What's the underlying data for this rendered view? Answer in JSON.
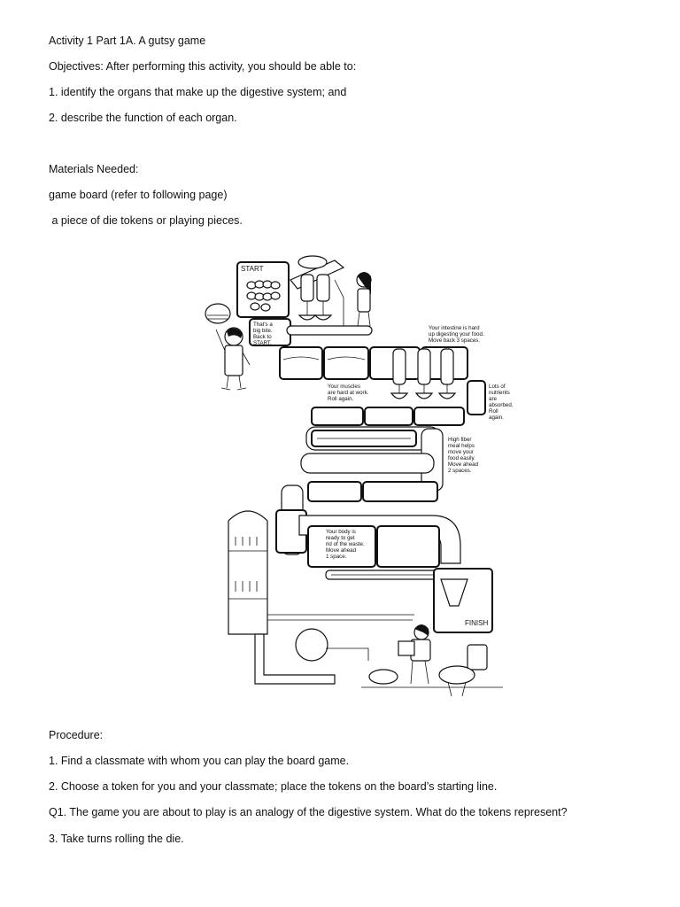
{
  "header": {
    "title": "Activity 1 Part 1A. A gutsy game",
    "objectives_intro": "Objectives: After performing this activity, you should be able to:",
    "objectives": [
      "1. identify the organs that make up the digestive system; and",
      "2. describe the function of each organ."
    ]
  },
  "materials": {
    "heading": "Materials Needed:",
    "items": [
      "game board (refer to following page)",
      " a piece of die tokens or playing pieces."
    ]
  },
  "board": {
    "start": "START",
    "finish": "FINISH",
    "note_bite": [
      "That's a",
      "big bite.",
      "Back to",
      "START."
    ],
    "note_intestine": [
      "Your intestine is hard",
      "up digesting your food.",
      "Move back 3 spaces."
    ],
    "note_muscles": [
      "Your muscles",
      "are hard at work.",
      "Roll again."
    ],
    "note_nutrients": [
      "Lots of",
      "nutrients",
      "are",
      "absorbed.",
      "Roll",
      "again."
    ],
    "note_fiber": [
      "High fiber",
      "meal helps",
      "move your",
      "food easily.",
      "Move ahead",
      "2 spaces."
    ],
    "note_waste": [
      "Your body is",
      "ready to get",
      "rid of the waste.",
      "Move ahead",
      "1 space."
    ]
  },
  "procedure": {
    "heading": "Procedure:",
    "steps": [
      "1. Find a classmate with whom you can play the board game.",
      "2. Choose a token for you and your classmate; place the tokens on the board’s starting line.",
      "Q1. The game you are about to play is an analogy of the digestive system. What do the tokens represent?",
      "3. Take turns rolling the die."
    ]
  }
}
